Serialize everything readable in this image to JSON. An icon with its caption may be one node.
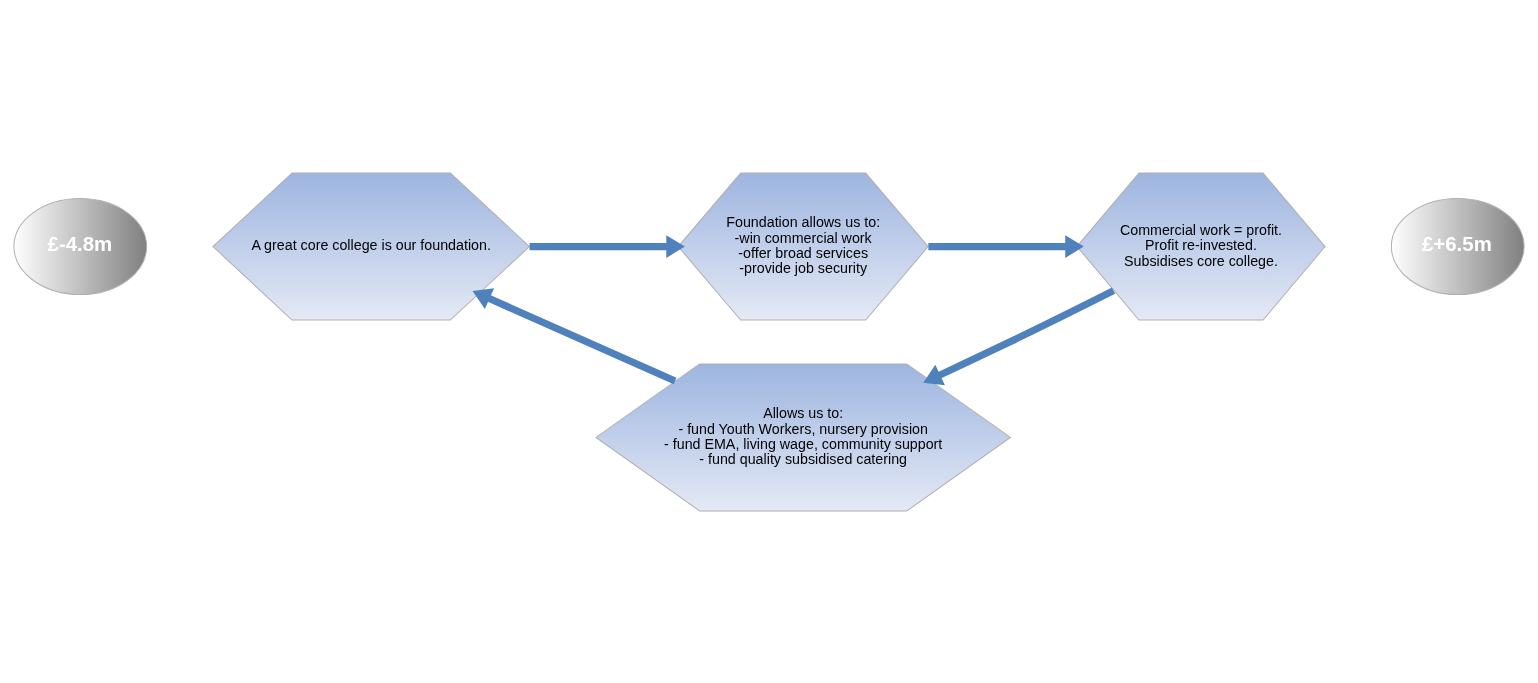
{
  "diagram": {
    "nodes": [
      {
        "text": [
          "£-4.8m"
        ]
      },
      {
        "text": [
          "A great core college is our foundation."
        ]
      },
      {
        "text": [
          "Foundation allows us to:",
          "-win commercial work",
          "-offer broad services",
          "-provide job security"
        ]
      },
      {
        "text": [
          "Commercial work = profit.",
          "Profit re-invested.",
          "Subsidises core college."
        ]
      },
      {
        "text": [
          "Allows us to:",
          "- fund Youth Workers, nursery provision",
          "- fund EMA, living wage, community support",
          "- fund quality subsidised catering"
        ]
      },
      {
        "text": [
          "£+6.5m"
        ]
      }
    ],
    "edges": [
      {
        "from": 1,
        "to": 2,
        "arrow": "to"
      },
      {
        "from": 2,
        "to": 3,
        "arrow": "to"
      },
      {
        "from": 3,
        "to": 4,
        "arrow": "to"
      },
      {
        "from": 4,
        "to": 1,
        "arrow": "to"
      }
    ]
  }
}
